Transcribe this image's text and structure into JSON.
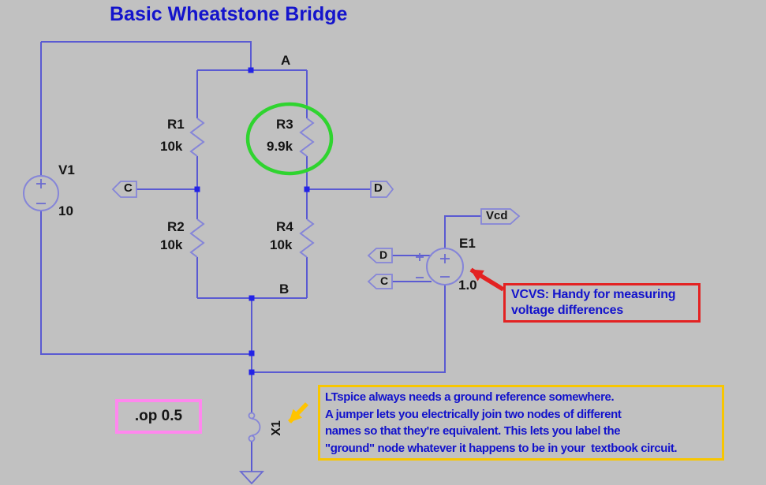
{
  "title": "Basic Wheatstone Bridge",
  "schematic": {
    "components": {
      "v1": {
        "label": "V1",
        "value": "10"
      },
      "r1": {
        "label": "R1",
        "value": "10k"
      },
      "r2": {
        "label": "R2",
        "value": "10k"
      },
      "r3": {
        "label": "R3",
        "value": "9.9k"
      },
      "r4": {
        "label": "R4",
        "value": "10k"
      },
      "e1": {
        "label": "E1",
        "value": "1.0"
      },
      "x1": {
        "label": "X1"
      }
    },
    "net_labels": {
      "a": "A",
      "b": "B",
      "c_mid": "C",
      "d_mid": "D",
      "d_e1": "D",
      "c_e1": "C",
      "vcd": "Vcd"
    },
    "directive": ".op 0.5"
  },
  "annotations": {
    "vcvs_note": {
      "line1": "VCVS: Handy for measuring",
      "line2": "voltage differences"
    },
    "ground_note": {
      "line1": "LTspice always needs a ground reference somewhere.",
      "line2": "A jumper lets you electrically join two nodes of different",
      "line3": "names so that they're equivalent. This lets you label the",
      "line4": "\"ground\" node whatever it happens to be in your  textbook circuit."
    }
  },
  "colors": {
    "background": "#c1c1c1",
    "wire": "#5a5ad2",
    "symbol": "#8585d8",
    "junction": "#2323e6",
    "text_black": "#141414",
    "text_blue": "#1212cc",
    "highlight_green": "#2fd42f",
    "annotation_red": "#e32222",
    "directive_box_magenta": "#ff87ee",
    "note_box_yellow": "#f8c600",
    "arrow_yellow": "#ffc400"
  }
}
